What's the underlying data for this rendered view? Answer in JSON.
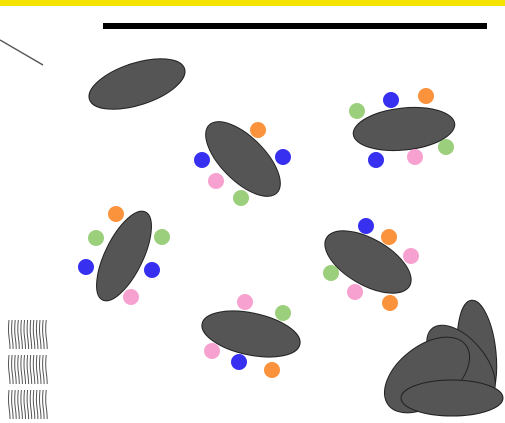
{
  "colors": {
    "background": "#ffffff",
    "top_bar": "#f5e400",
    "table_dark": "#555555",
    "outline": "#222222",
    "orange": "#fb923c",
    "blue": "#3730f0",
    "green": "#9ccf7c",
    "pink": "#f7a1d0",
    "stroke_gray": "#555555"
  },
  "elements": {
    "top_stripe": {
      "icon": "top-bar"
    },
    "black_line": {
      "icon": "wall-line"
    },
    "diagonal": {
      "icon": "door-swing"
    },
    "stairs": {
      "icon": "stairs-icon"
    },
    "stacked_tables": {
      "icon": "stacked-tables"
    }
  },
  "tables": [
    {
      "id": "table-empty",
      "chairs": []
    },
    {
      "id": "table-center-left",
      "chairs": [
        "orange",
        "blue",
        "pink",
        "green",
        "blue"
      ]
    },
    {
      "id": "table-top-right",
      "chairs": [
        "green",
        "blue",
        "orange",
        "green",
        "pink",
        "blue"
      ]
    },
    {
      "id": "table-left",
      "chairs": [
        "orange",
        "green",
        "green",
        "blue",
        "blue",
        "pink"
      ]
    },
    {
      "id": "table-right",
      "chairs": [
        "blue",
        "orange",
        "pink",
        "orange",
        "pink",
        "green"
      ]
    },
    {
      "id": "table-bottom",
      "chairs": [
        "pink",
        "green",
        "pink",
        "blue",
        "orange"
      ]
    }
  ]
}
